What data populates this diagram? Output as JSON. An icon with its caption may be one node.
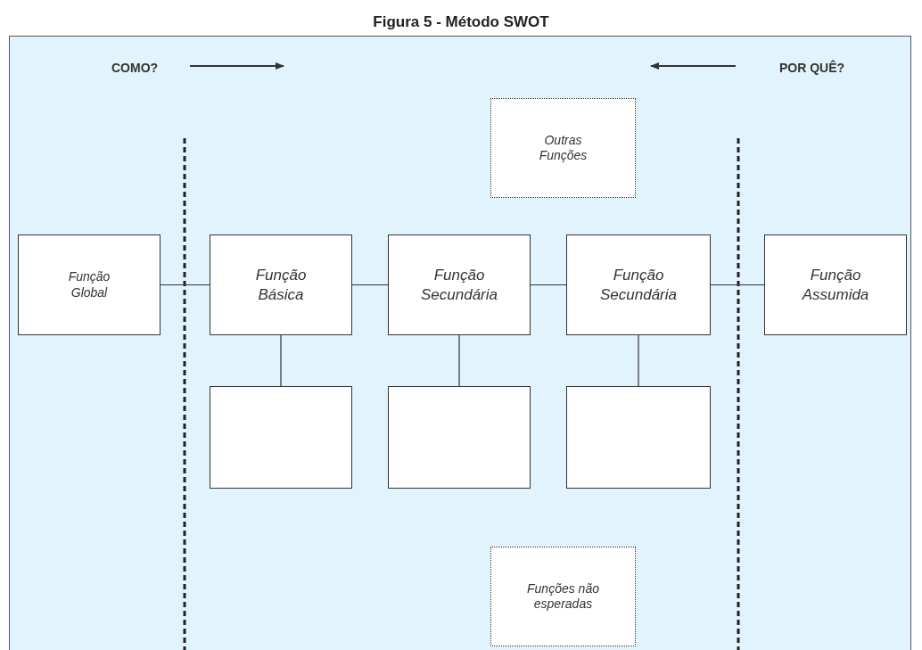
{
  "diagram": {
    "title": "Figura 5 - Método SWOT",
    "nodes": [
      {
        "text": [
          "Função Global"
        ]
      },
      {
        "text": [
          "Função Básica"
        ]
      },
      {
        "text": [
          "Função Secundária"
        ]
      },
      {
        "text": [
          "Função Secundária"
        ]
      },
      {
        "text": [
          "Função Assumida"
        ]
      },
      {
        "text": [
          "Outras Funções"
        ]
      },
      {
        "text": [],
        "shape": "box"
      },
      {
        "text": [],
        "shape": "box"
      },
      {
        "text": [],
        "shape": "box"
      },
      {
        "text": [
          "Funções não esperadas"
        ]
      }
    ],
    "edges": [
      {
        "from": 0,
        "to": 1,
        "arrow": "none"
      },
      {
        "from": 1,
        "to": 2,
        "arrow": "none"
      },
      {
        "from": 2,
        "to": 3,
        "arrow": "none"
      },
      {
        "from": 3,
        "to": 4,
        "arrow": "none"
      },
      {
        "from": 1,
        "to": 6,
        "arrow": "none"
      },
      {
        "from": 2,
        "to": 7,
        "arrow": "none"
      },
      {
        "from": 3,
        "to": 8,
        "arrow": "none"
      }
    ],
    "labels": [
      "COMO?",
      "POR QUÊ?"
    ]
  }
}
